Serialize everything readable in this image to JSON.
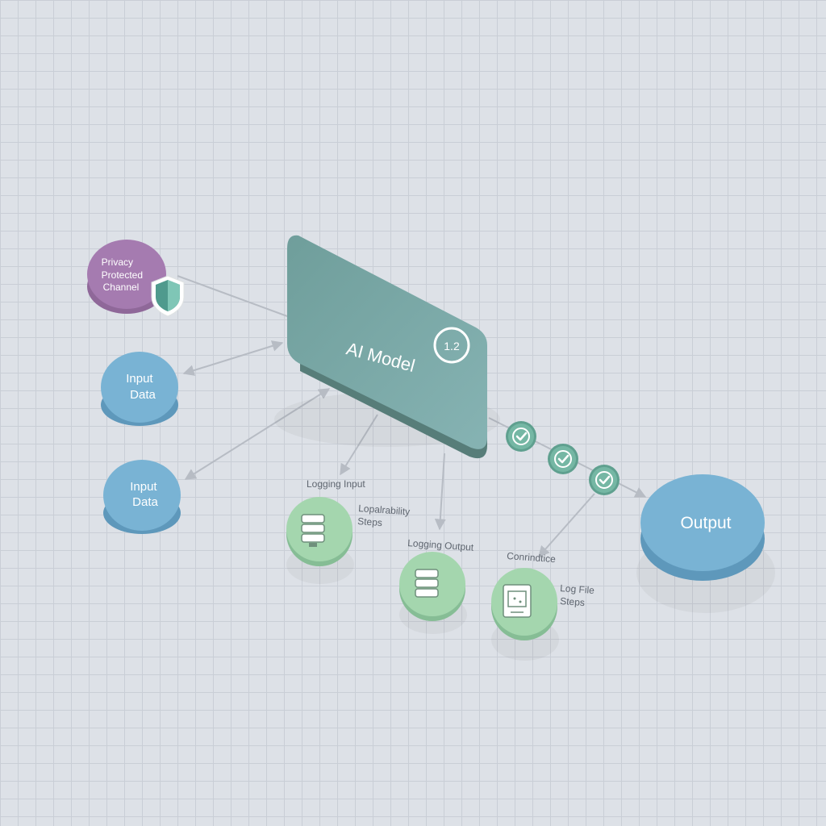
{
  "privacy": {
    "line1": "Privacy",
    "line2": "Protected",
    "line3": "Channel"
  },
  "input_1": {
    "line1": "Input",
    "line2": "Data"
  },
  "input_2": {
    "line1": "Input",
    "line2": "Data"
  },
  "model": {
    "title": "AI Model",
    "badge": "1.2"
  },
  "output": {
    "label": "Output"
  },
  "logging_input": {
    "title": "Logging Input",
    "sub1": "Lopalrability",
    "sub2": "Steps"
  },
  "logging_output": {
    "title": "Logging Output"
  },
  "compliance": {
    "title": "Conrindtice",
    "sub1": "Log File",
    "sub2": "Steps"
  },
  "icons": {
    "shield": "shield-icon",
    "database": "database-icon",
    "terminal": "log-file-icon",
    "check": "check-circle-icon"
  },
  "colors": {
    "model": "#72a39f",
    "purple": "#a57bb0",
    "blue": "#79b3d4",
    "green": "#9ed1a9",
    "check": "#75b7a4"
  }
}
